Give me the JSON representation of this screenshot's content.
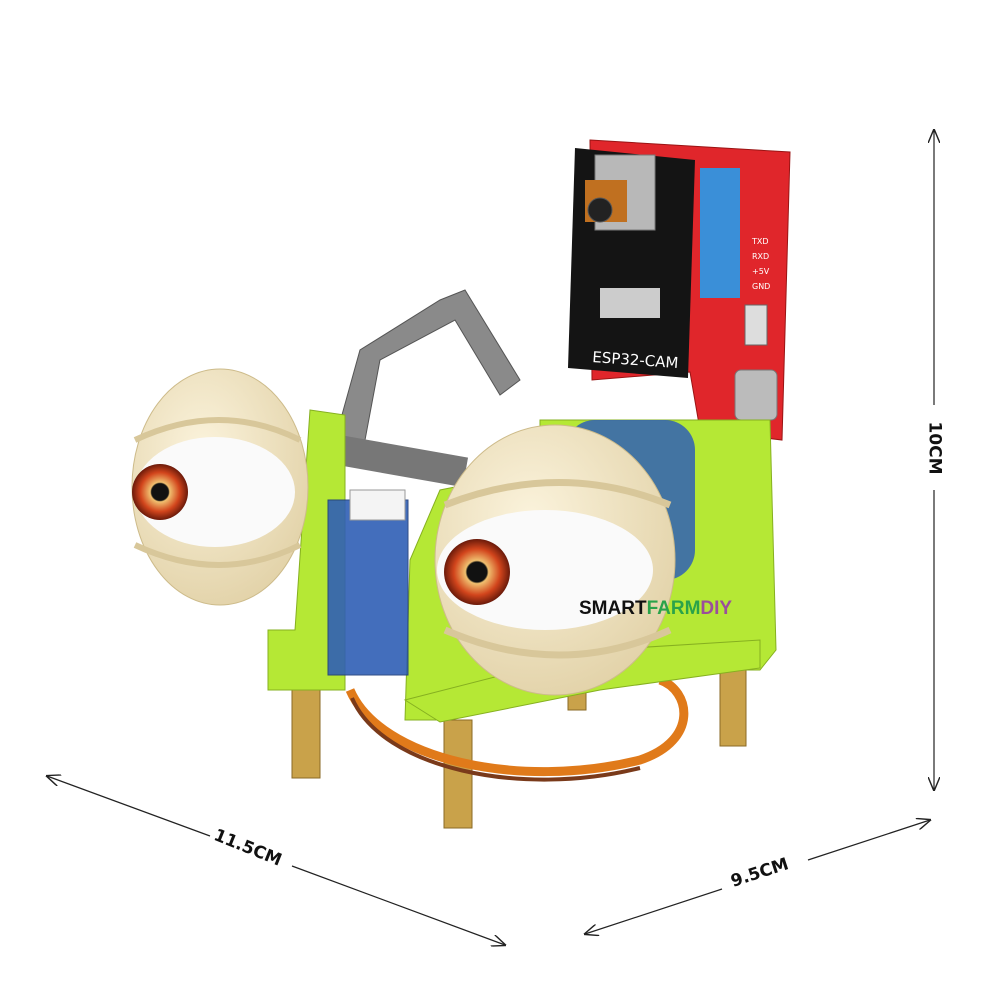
{
  "product": {
    "board_label": "ESP32-CAM",
    "pin_labels": [
      "TXD",
      "RXD",
      "+5V",
      "GND"
    ],
    "watermark": {
      "part1": "SMARTFARM",
      "part2": "DIY"
    }
  },
  "dimensions": {
    "width": "11.5CM",
    "depth": "9.5CM",
    "height": "10CM"
  },
  "colors": {
    "pcb_red": "#e0262b",
    "base_green": "#b5e835",
    "servo_blue": "#2f5fb5",
    "eye_shell": "#f3e6c6",
    "iris": "#d2451c",
    "brass": "#c9a24a",
    "watermark_green": "#2aa34a",
    "watermark_purple": "#9b4f9b"
  }
}
